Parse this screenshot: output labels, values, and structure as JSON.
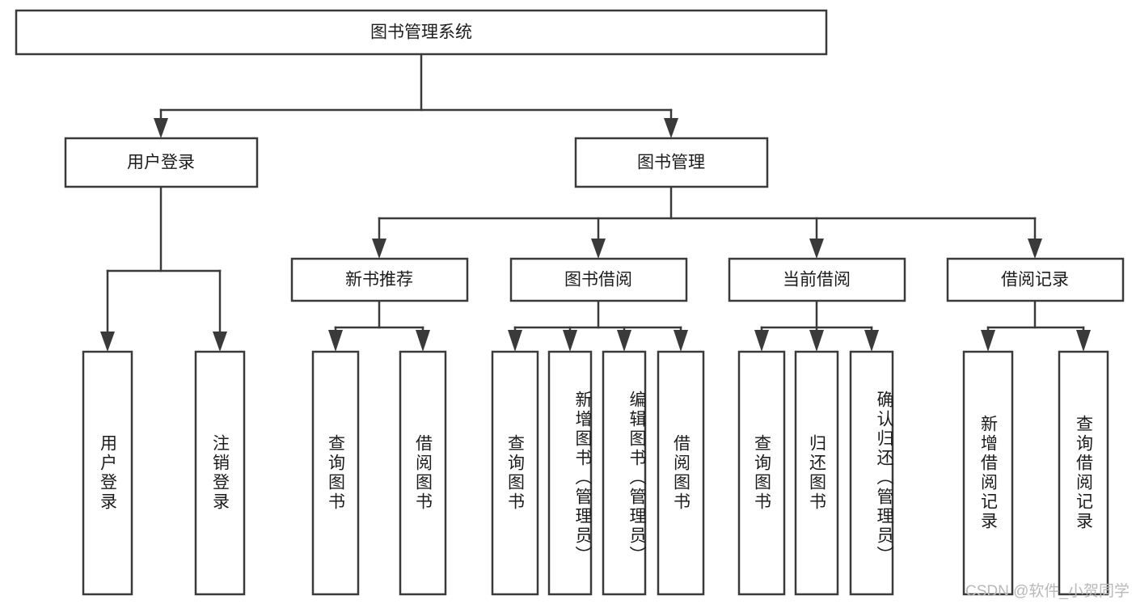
{
  "diagram": {
    "title": "图书管理系统",
    "type": "hierarchy-tree",
    "watermark": "CSDN @软件_小贺同学",
    "levels": [
      {
        "level": 1,
        "nodes": [
          {
            "id": "root",
            "label": "图书管理系统",
            "orientation": "horizontal"
          }
        ]
      },
      {
        "level": 2,
        "nodes": [
          {
            "id": "user-login",
            "label": "用户登录",
            "orientation": "horizontal",
            "parent": "root"
          },
          {
            "id": "book-manage",
            "label": "图书管理",
            "orientation": "horizontal",
            "parent": "root"
          }
        ]
      },
      {
        "level": 3,
        "nodes": [
          {
            "id": "new-book-rec",
            "label": "新书推荐",
            "orientation": "horizontal",
            "parent": "book-manage"
          },
          {
            "id": "book-borrow",
            "label": "图书借阅",
            "orientation": "horizontal",
            "parent": "book-manage"
          },
          {
            "id": "current-borrow",
            "label": "当前借阅",
            "orientation": "horizontal",
            "parent": "book-manage"
          },
          {
            "id": "borrow-record",
            "label": "借阅记录",
            "orientation": "horizontal",
            "parent": "book-manage"
          }
        ]
      },
      {
        "level": 4,
        "nodes": [
          {
            "id": "leaf-1",
            "label": "用户登录",
            "orientation": "vertical",
            "parent": "user-login"
          },
          {
            "id": "leaf-2",
            "label": "注销登录",
            "orientation": "vertical",
            "parent": "user-login"
          },
          {
            "id": "leaf-3",
            "label": "查询图书",
            "orientation": "vertical",
            "parent": "new-book-rec"
          },
          {
            "id": "leaf-4",
            "label": "借阅图书",
            "orientation": "vertical",
            "parent": "new-book-rec"
          },
          {
            "id": "leaf-5",
            "label": "查询图书",
            "orientation": "vertical",
            "parent": "book-borrow"
          },
          {
            "id": "leaf-6",
            "label": "新增图书（管理员）",
            "orientation": "vertical",
            "parent": "book-borrow"
          },
          {
            "id": "leaf-7",
            "label": "编辑图书（管理员）",
            "orientation": "vertical",
            "parent": "book-borrow"
          },
          {
            "id": "leaf-8",
            "label": "借阅图书",
            "orientation": "vertical",
            "parent": "book-borrow"
          },
          {
            "id": "leaf-9",
            "label": "查询图书",
            "orientation": "vertical",
            "parent": "current-borrow"
          },
          {
            "id": "leaf-10",
            "label": "归还图书",
            "orientation": "vertical",
            "parent": "current-borrow"
          },
          {
            "id": "leaf-11",
            "label": "确认归还（管理员）",
            "orientation": "vertical",
            "parent": "current-borrow"
          },
          {
            "id": "leaf-12",
            "label": "新增借阅记录",
            "orientation": "vertical",
            "parent": "borrow-record"
          },
          {
            "id": "leaf-13",
            "label": "查询借阅记录",
            "orientation": "vertical",
            "parent": "borrow-record"
          }
        ]
      }
    ],
    "colors": {
      "stroke": "#3a3a3a",
      "fill": "#ffffff",
      "text": "#1c1c1c",
      "watermark": "#b9b9b9"
    }
  }
}
